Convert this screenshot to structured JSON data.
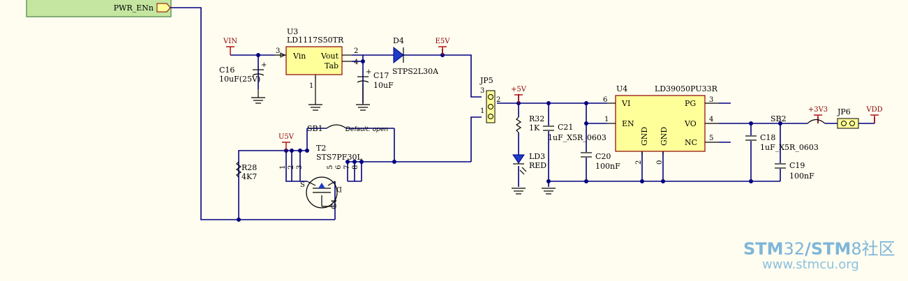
{
  "port": {
    "label": "PWR_ENn"
  },
  "nets": {
    "vin": "VIN",
    "e5v": "E5V",
    "u5v": "U5V",
    "p5v": "+5V",
    "p3v3": "+3V3",
    "vdd": "VDD"
  },
  "u3": {
    "ref": "U3",
    "part": "LD1117S50TR",
    "pin_vin": "Vin",
    "pin_vout": "Vout",
    "pin_tab": "Tab",
    "pin3": "3",
    "pin2": "2",
    "pin4": "4",
    "pin1": "1"
  },
  "u4": {
    "ref": "U4",
    "part": "LD39050PU33R",
    "pin_vi": "VI",
    "pin_en": "EN",
    "pin_gnd1": "GND",
    "pin_gnd2": "GND",
    "pin_pg": "PG",
    "pin_vo": "VO",
    "pin_nc": "NC",
    "n6": "6",
    "n1": "1",
    "n2": "2",
    "n0": "0",
    "n3": "3",
    "n4": "4",
    "n5": "5"
  },
  "d4": {
    "ref": "D4",
    "part": "STPS2L30A"
  },
  "c16": {
    "ref": "C16",
    "value": "10uF(25V)"
  },
  "c17": {
    "ref": "C17",
    "value": "10uF"
  },
  "c18": {
    "ref": "C18",
    "value": "1uF_X5R_0603"
  },
  "c19": {
    "ref": "C19",
    "value": "100nF"
  },
  "c20": {
    "ref": "C20",
    "value": "100nF"
  },
  "c21": {
    "ref": "C21",
    "value": "1uF_X5R_0603"
  },
  "r28": {
    "ref": "R28",
    "value": "4K7"
  },
  "r32": {
    "ref": "R32",
    "value": "1K"
  },
  "ld3": {
    "ref": "LD3",
    "value": "RED"
  },
  "jp5": {
    "ref": "JP5",
    "p3": "3",
    "p2": "2",
    "p1": "1"
  },
  "jp6": {
    "ref": "JP6"
  },
  "sb1": {
    "ref": "SB1",
    "note": "Default: open"
  },
  "sb2": {
    "ref": "SB2"
  },
  "t2": {
    "ref": "T2",
    "part": "STS7PF30L",
    "p1": "1",
    "p2": "2",
    "p3": "3",
    "p5": "5",
    "p6": "6",
    "p7": "7",
    "p8": "8",
    "s": "S",
    "d": "D",
    "g": "G",
    "p4": "4"
  },
  "watermark": {
    "line1_a": "STM",
    "line1_b": "32",
    "line1_c": "/",
    "line1_d": "STM",
    "line1_e": "8社区",
    "line2": "www.stmcu.org"
  }
}
